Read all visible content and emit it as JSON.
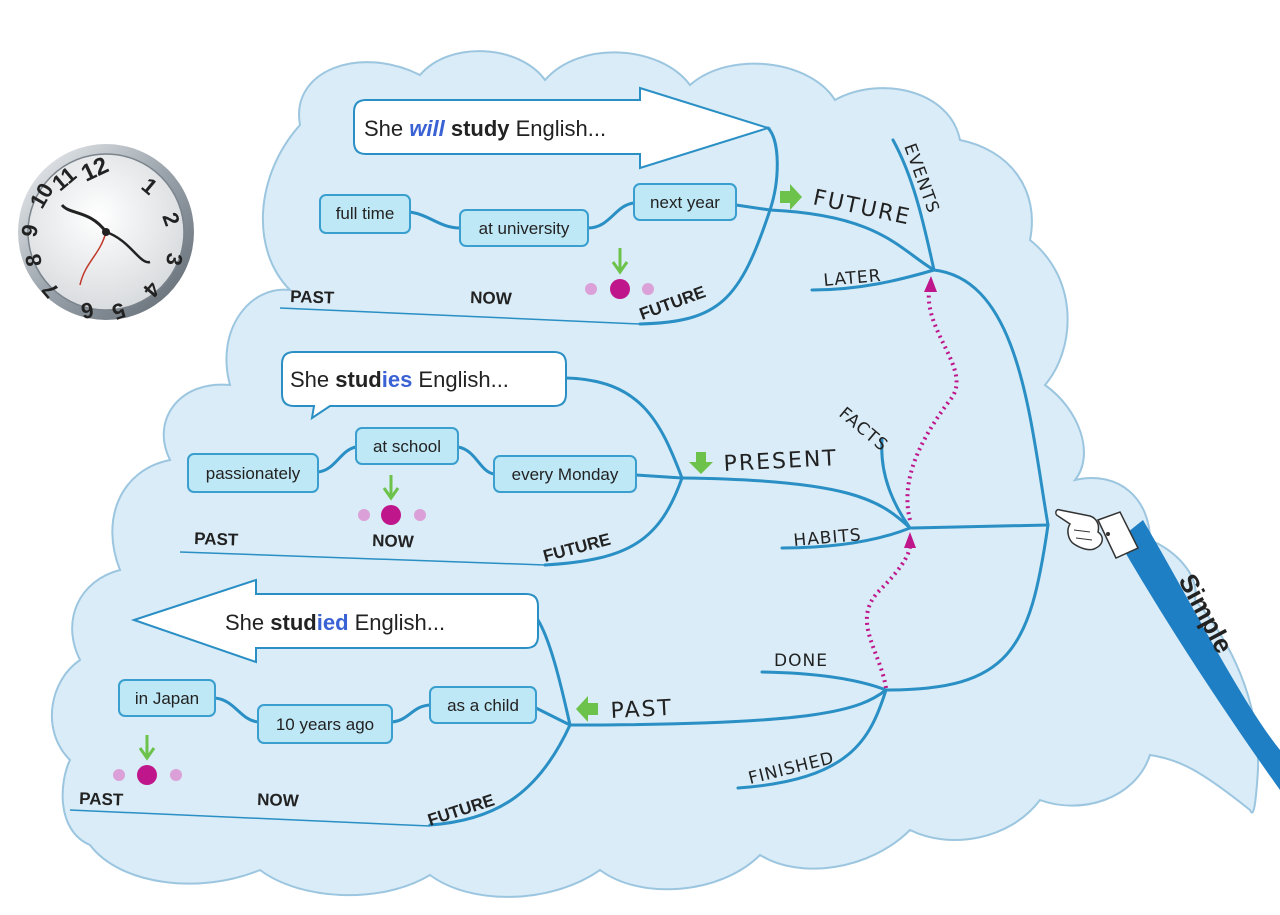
{
  "colors": {
    "cloud_fill": "#d9ecf7",
    "cloud_stroke": "#9cc6e0",
    "branch": "#2a8fc4",
    "box_fill": "#bfe8f6",
    "box_stroke": "#3a9fcf",
    "accent_blue": "#3a62d4",
    "arrow_green": "#6cc24a",
    "magenta": "#c0168c",
    "dot_pink": "#dba0d8",
    "band": "#1f7fc5"
  },
  "future": {
    "sentence_prefix": "She ",
    "sentence_emph": "will",
    "sentence_verb": " study",
    "sentence_suffix": " English...",
    "branch_label": "FUTURE",
    "boxes": [
      "full time",
      "at university",
      "next year"
    ],
    "timeline": {
      "past": "PAST",
      "now": "NOW",
      "future": "FUTURE"
    }
  },
  "present": {
    "sentence_prefix": "She ",
    "sentence_stem": "stud",
    "sentence_ending": "ies",
    "sentence_suffix": " English...",
    "branch_label": "PRESENT",
    "boxes": [
      "passionately",
      "at school",
      "every Monday"
    ],
    "timeline": {
      "past": "PAST",
      "now": "NOW",
      "future": "FUTURE"
    }
  },
  "past": {
    "sentence_prefix": "She ",
    "sentence_stem": "stud",
    "sentence_ending": "ied",
    "sentence_suffix": " English...",
    "branch_label": "PAST",
    "boxes": [
      "in Japan",
      "10 years ago",
      "as a child"
    ],
    "timeline": {
      "past": "PAST",
      "now": "NOW",
      "future": "FUTURE"
    }
  },
  "use_labels": {
    "events": "EVENTS",
    "later": "LATER",
    "facts": "FACTS",
    "habits": "HABITS",
    "done": "DONE",
    "finished": "FINISHED"
  },
  "tense_name": "Simple",
  "icons": [
    "melting-clock-icon",
    "pointing-hand-icon",
    "green-arrow-icon",
    "now-dot-icon"
  ]
}
